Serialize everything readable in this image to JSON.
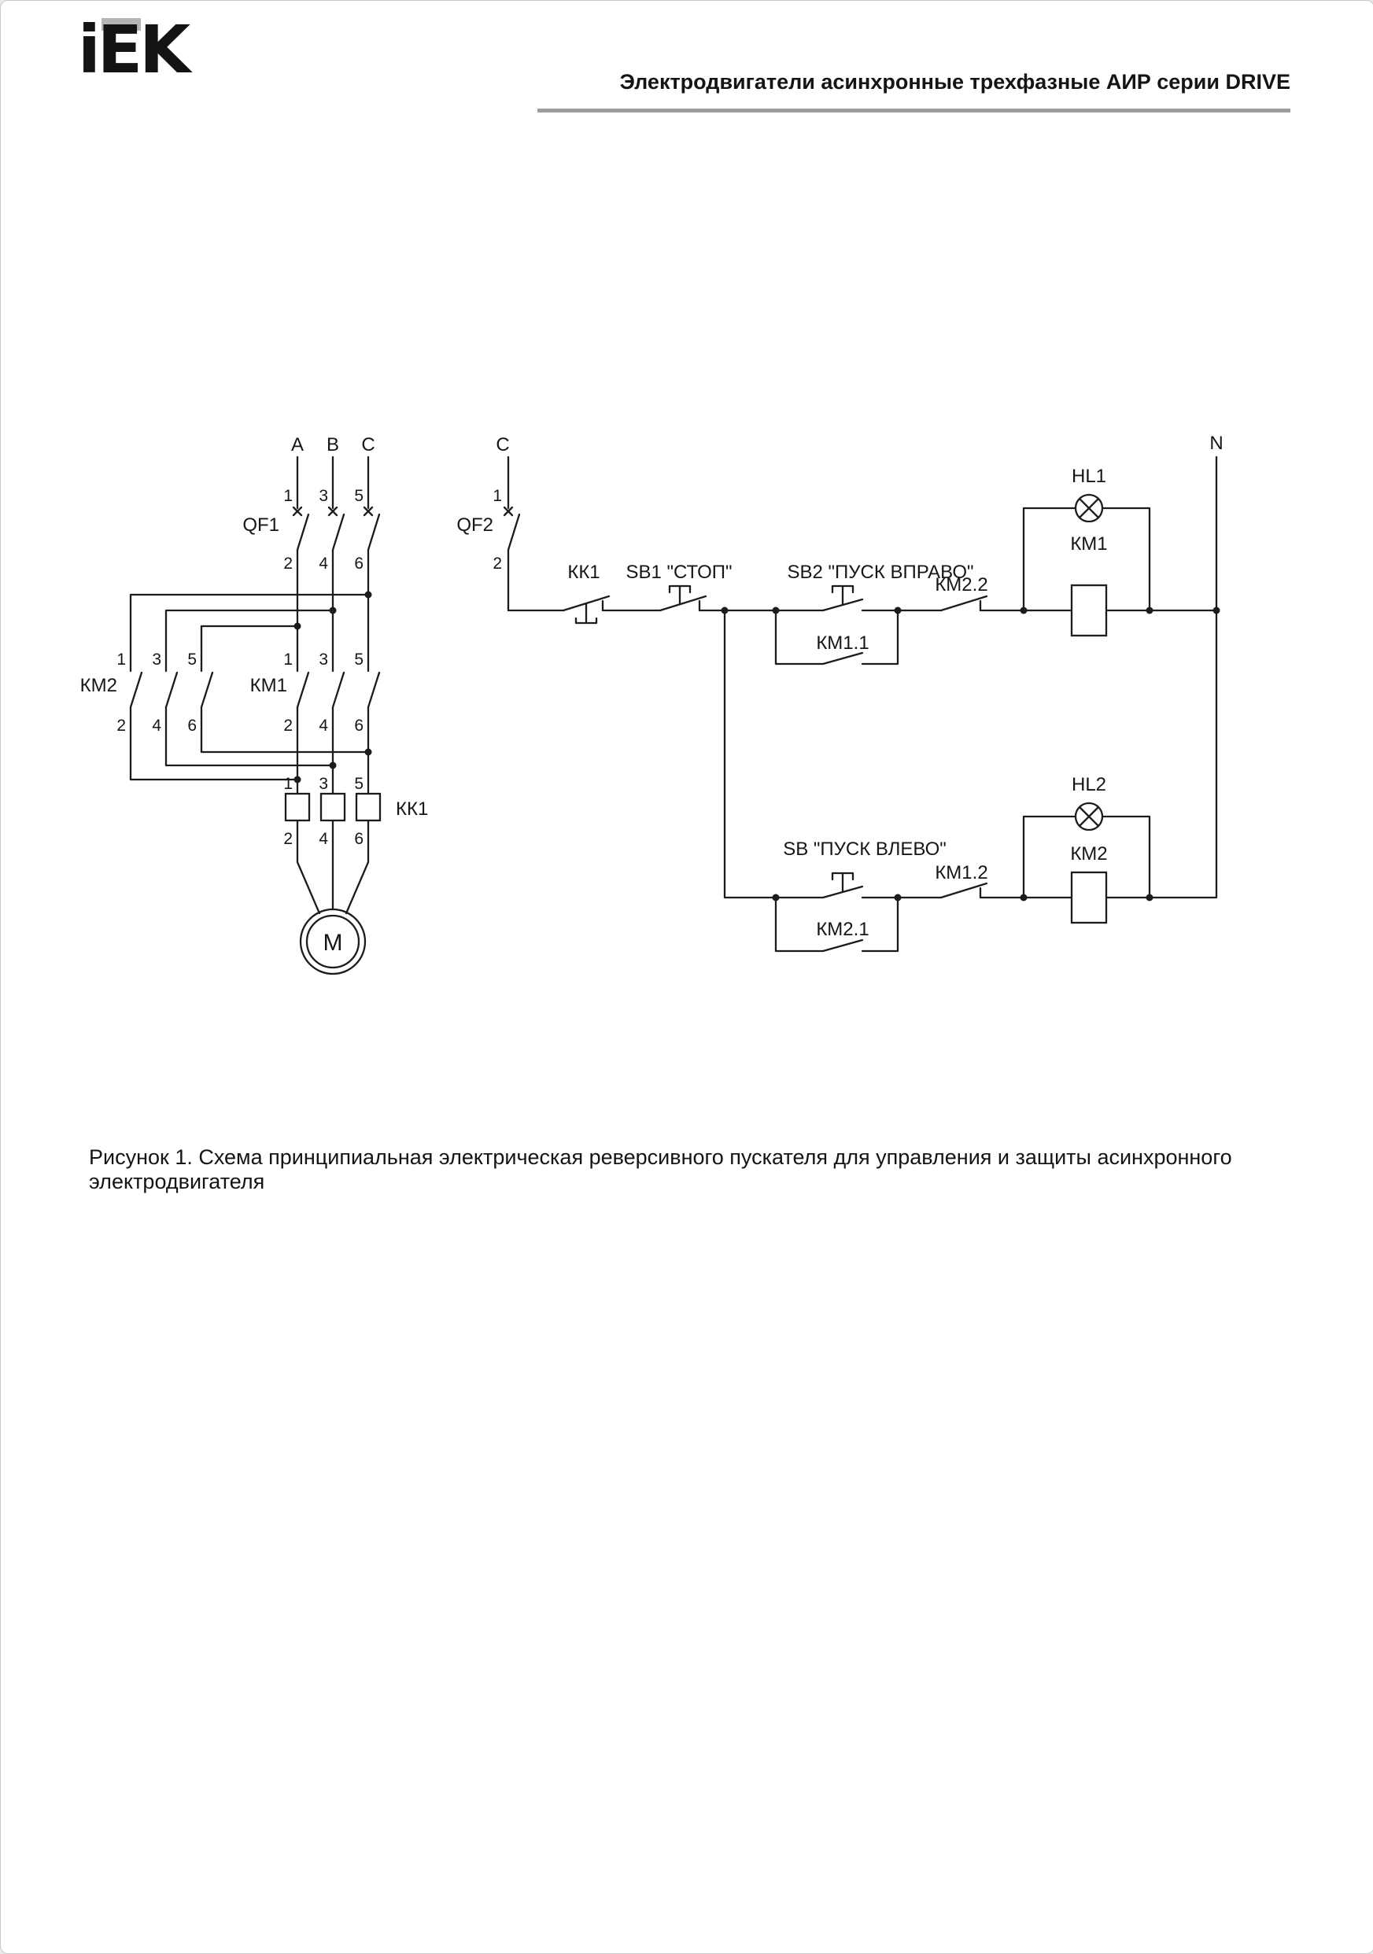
{
  "header": {
    "logo_text": "iEK",
    "title": "Электродвигатели асинхронные трехфазные АИР серии DRIVE"
  },
  "caption": "Рисунок 1. Схема принципиальная электрическая реверсивного пускателя для управления и защиты асинхронного электродвигателя",
  "colors": {
    "line": "#1c1c1c",
    "rule_gray": "#9d9d9d",
    "logo_gray": "#b5b5b5"
  },
  "diagram": {
    "phases": {
      "a": "A",
      "b": "B",
      "c": "C",
      "c_control": "C",
      "n": "N"
    },
    "terminal_numbers": {
      "n1": "1",
      "n2": "2",
      "n3": "3",
      "n4": "4",
      "n5": "5",
      "n6": "6"
    },
    "components": {
      "qf1": "QF1",
      "qf2": "QF2",
      "km2": "КМ2",
      "km1": "КМ1",
      "kk1_heater": "КК1",
      "motor": "М",
      "kk1_contact": "КК1",
      "sb1": "SB1 \"СТОП\"",
      "sb2": "SB2 \"ПУСК ВПРАВО\"",
      "km1_1": "КМ1.1",
      "km2_2": "КМ2.2",
      "hl1": "HL1",
      "km1_coil": "КМ1",
      "sb_left": "SB \"ПУСК ВЛЕВО\"",
      "km2_1": "КМ2.1",
      "km1_2": "КМ1.2",
      "hl2": "HL2",
      "km2_coil": "КМ2"
    }
  }
}
